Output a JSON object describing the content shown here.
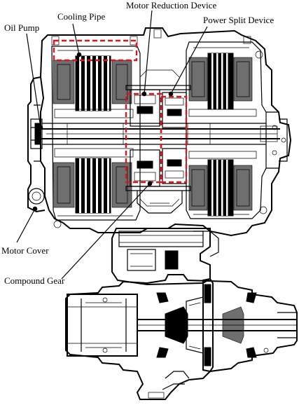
{
  "labels": {
    "cooling_pipe": "Cooling Pipe",
    "motor_reduction_device": "Motor Reduction Device",
    "power_split_device": "Power Split Device",
    "oil_pump": "Oil Pump",
    "motor_cover": "Motor Cover",
    "compound_gear": "Compound Gear"
  },
  "colors": {
    "highlight": "#e0141e",
    "line": "#000000",
    "background": "#ffffff"
  },
  "icons": {
    "label_marker": "filled-dot"
  }
}
